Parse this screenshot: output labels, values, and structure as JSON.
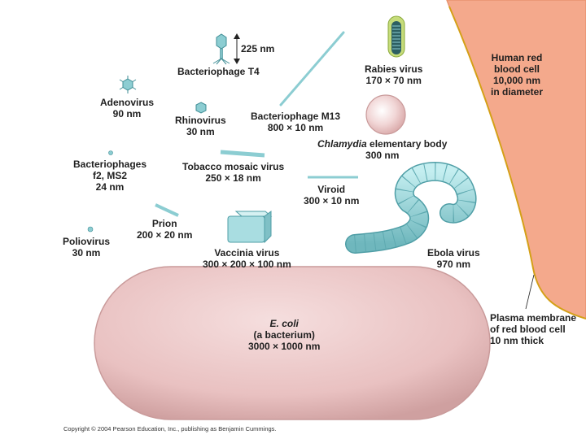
{
  "labels": {
    "bacteriophage_t4": "Bacteriophage T4",
    "t4_scale": "225 nm",
    "adenovirus_name": "Adenovirus",
    "adenovirus_size": "90 nm",
    "rhinovirus_name": "Rhinovirus",
    "rhinovirus_size": "30 nm",
    "m13_name": "Bacteriophage M13",
    "m13_size": "800 × 10 nm",
    "rabies_name": "Rabies virus",
    "rabies_size": "170 × 70 nm",
    "rbc_line1": "Human red",
    "rbc_line2": "blood cell",
    "rbc_line3": "10,000 nm",
    "rbc_line4": "in diameter",
    "chlamydia_italic": "Chlamydia",
    "chlamydia_rest": " elementary body",
    "chlamydia_size": "300 nm",
    "phages_f2_line1": "Bacteriophages",
    "phages_f2_line2": "f2, MS2",
    "phages_f2_size": "24 nm",
    "tmv_name": "Tobacco mosaic virus",
    "tmv_size": "250 × 18 nm",
    "viroid_name": "Viroid",
    "viroid_size": "300 × 10 nm",
    "prion_name": "Prion",
    "prion_size": "200 × 20 nm",
    "poliovirus_name": "Poliovirus",
    "poliovirus_size": "30 nm",
    "vaccinia_name": "Vaccinia virus",
    "vaccinia_size": "300 × 200 × 100 nm",
    "ebola_name": "Ebola virus",
    "ebola_size": "970 nm",
    "ecoli_name": "E. coli",
    "ecoli_desc": "(a bacterium)",
    "ecoli_size": "3000 × 1000 nm",
    "membrane_line1": "Plasma membrane",
    "membrane_line2": "of red blood cell",
    "membrane_line3": "10 nm thick"
  },
  "copyright": "Copyright © 2004 Pearson Education, Inc., publishing as Benjamin Cummings.",
  "colors": {
    "rbc_fill": "#f4a98c",
    "rbc_edge": "#e8936f",
    "virus_teal": "#8ccdd2",
    "virus_teal_dark": "#4f9ea6",
    "ecoli_fill": "#ecc4c4",
    "ecoli_edge": "#c99a9a",
    "membrane": "#d4a017",
    "rabies_outer": "#c6dc7a"
  }
}
